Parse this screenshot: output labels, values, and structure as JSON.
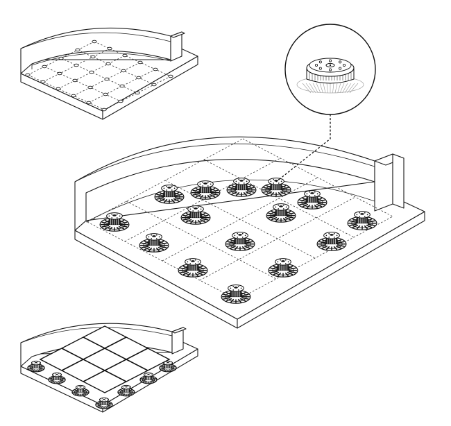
{
  "colors": {
    "line": "#1a1a1a",
    "background": "#ffffff"
  },
  "views": [
    {
      "id": "floor-grid",
      "description_name": "grid-layout-view"
    },
    {
      "id": "pedestals-placed",
      "description_name": "pedestal-layout-view"
    },
    {
      "id": "tiles-installed",
      "description_name": "tile-installation-view"
    },
    {
      "id": "detail",
      "description_name": "pedestal-detail-callout"
    }
  ]
}
